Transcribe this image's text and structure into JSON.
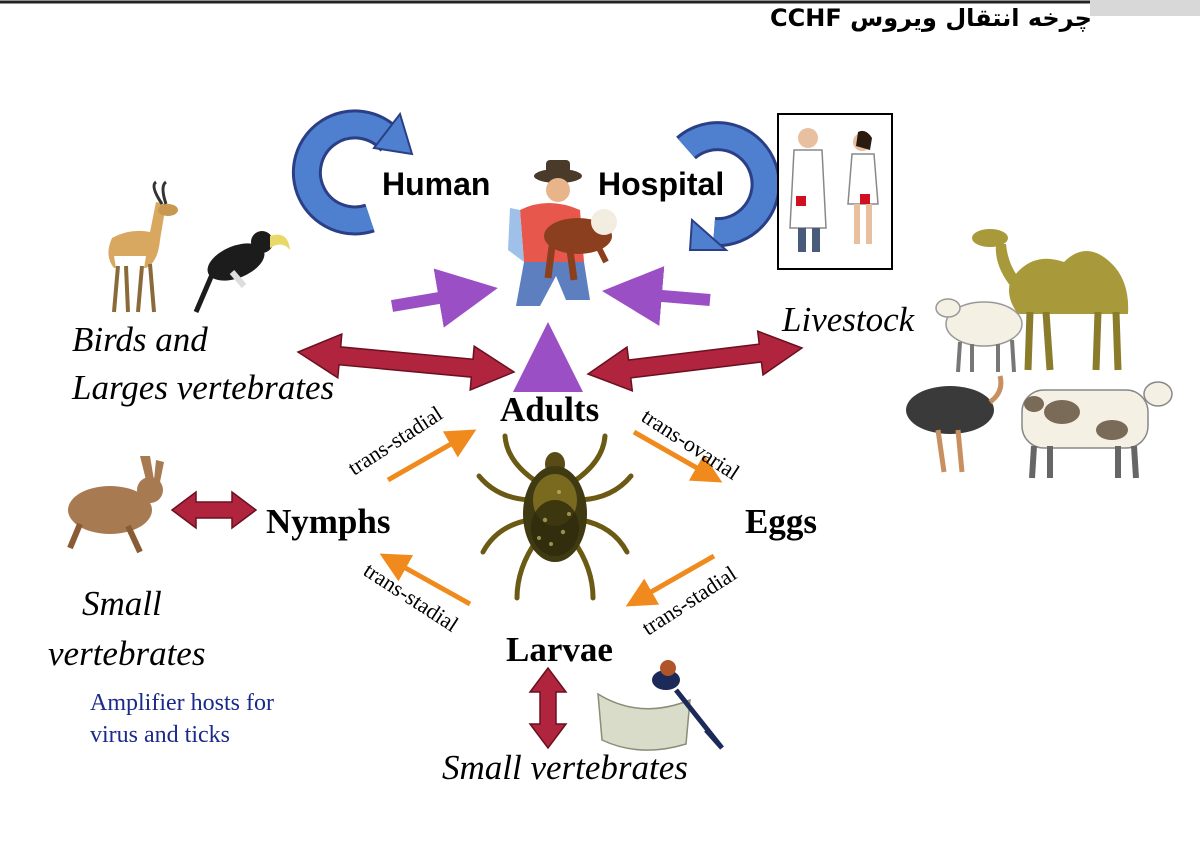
{
  "title": "چرخه انتقال ویروس CCHF",
  "nodes": {
    "human": "Human",
    "hospital": "Hospital",
    "adults": "Adults",
    "nymphs": "Nymphs",
    "eggs": "Eggs",
    "larvae": "Larvae"
  },
  "hosts": {
    "birds_line1": "Birds and",
    "birds_line2": "Larges vertebrates",
    "livestock": "Livestock",
    "small_line1": "Small",
    "small_line2": "vertebrates",
    "small_bottom": "Small vertebrates"
  },
  "transitions": {
    "nymphs_to_adults": "trans-stadial",
    "adults_to_eggs": "trans-ovarial",
    "eggs_to_larvae": "trans-stadial",
    "larvae_to_nymphs": "trans-stadial"
  },
  "note_line1": "Amplifier hosts for",
  "note_line2": "virus and ticks",
  "icons": [
    "gazelle-icon",
    "hornbill-icon",
    "farmer-with-calf-icon",
    "doctor-nurse-icon",
    "camel-icon",
    "sheep-icon",
    "ostrich-icon",
    "cow-icon",
    "hare-icon",
    "tick-icon",
    "swallow-nest-icon"
  ],
  "colors": {
    "host_arrow": "#b0243e",
    "cycle_arrow": "#f08a1c",
    "human_arrow": "#9b4fc4",
    "loop_arrow": "#4f7fcf",
    "note_text": "#1a2a8a"
  }
}
